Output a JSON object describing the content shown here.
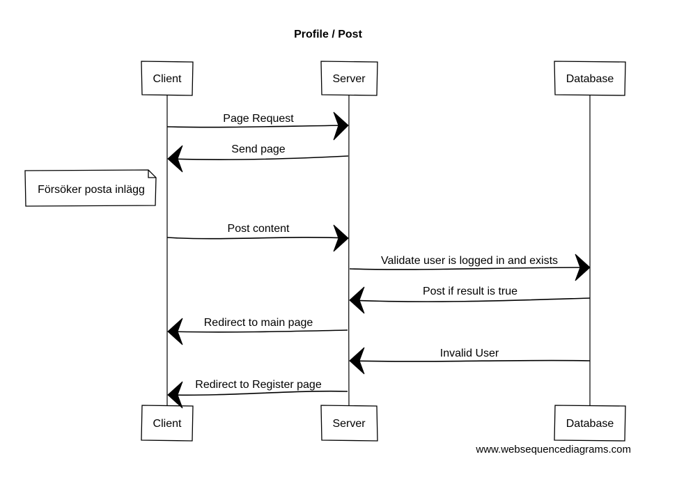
{
  "title": "Profile / Post",
  "participants": [
    {
      "id": "client",
      "label": "Client"
    },
    {
      "id": "server",
      "label": "Server"
    },
    {
      "id": "database",
      "label": "Database"
    }
  ],
  "messages": [
    {
      "from": "client",
      "to": "server",
      "label": "Page Request"
    },
    {
      "from": "server",
      "to": "client",
      "label": "Send page"
    },
    {
      "from": "client",
      "to": "server",
      "label": "Post content"
    },
    {
      "from": "server",
      "to": "database",
      "label": "Validate user is logged in and exists"
    },
    {
      "from": "database",
      "to": "server",
      "label": "Post if result is true"
    },
    {
      "from": "server",
      "to": "client",
      "label": "Redirect to main page"
    },
    {
      "from": "database",
      "to": "server",
      "label": "Invalid User"
    },
    {
      "from": "server",
      "to": "client",
      "label": "Redirect to Register page"
    }
  ],
  "note": {
    "attached_to": "client",
    "text": "Försöker posta inlägg"
  },
  "watermark": "www.websequencediagrams.com"
}
